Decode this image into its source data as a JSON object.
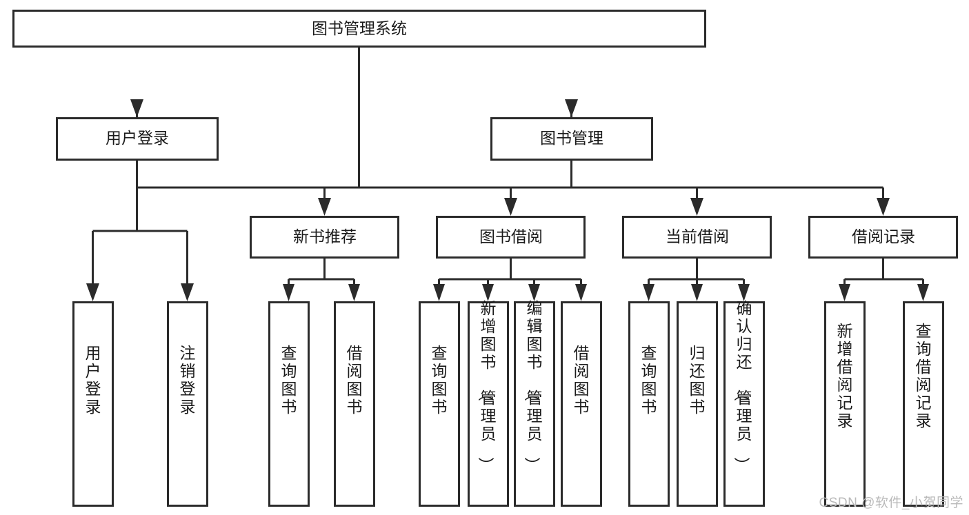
{
  "diagram": {
    "title": "图书管理系统",
    "type": "hierarchy-tree",
    "watermark": "CSDN @软件_小贺同学",
    "colors": {
      "stroke": "#2b2b2b",
      "fill": "#ffffff",
      "text": "#1b1b1b",
      "watermark": "#b9b9b9",
      "background": "#ffffff"
    },
    "levels": {
      "root": {
        "label": "图书管理系统"
      },
      "level2": [
        {
          "id": "user-login",
          "label": "用户登录"
        },
        {
          "id": "book-manage",
          "label": "图书管理"
        }
      ],
      "level3": [
        {
          "id": "new-book-recommend",
          "label": "新书推荐",
          "parent": "book-manage"
        },
        {
          "id": "book-borrow",
          "label": "图书借阅",
          "parent": "book-manage"
        },
        {
          "id": "current-borrow",
          "label": "当前借阅",
          "parent": "book-manage"
        },
        {
          "id": "borrow-record",
          "label": "借阅记录",
          "parent": "book-manage"
        }
      ],
      "leaves": [
        {
          "id": "leaf-user-login",
          "label": "用户登录",
          "parent": "user-login"
        },
        {
          "id": "leaf-logout-login",
          "label": "注销登录",
          "parent": "user-login"
        },
        {
          "id": "leaf-query-book-1",
          "label": "查询图书",
          "parent": "new-book-recommend"
        },
        {
          "id": "leaf-borrow-book-1",
          "label": "借阅图书",
          "parent": "new-book-recommend"
        },
        {
          "id": "leaf-query-book-2",
          "label": "查询图书",
          "parent": "book-borrow"
        },
        {
          "id": "leaf-add-book",
          "label": "新增图书（管理员）",
          "parent": "book-borrow"
        },
        {
          "id": "leaf-edit-book",
          "label": "编辑图书（管理员）",
          "parent": "book-borrow"
        },
        {
          "id": "leaf-borrow-book-2",
          "label": "借阅图书",
          "parent": "book-borrow"
        },
        {
          "id": "leaf-query-book-3",
          "label": "查询图书",
          "parent": "current-borrow"
        },
        {
          "id": "leaf-return-book",
          "label": "归还图书",
          "parent": "current-borrow"
        },
        {
          "id": "leaf-confirm-return",
          "label": "确认归还（管理员）",
          "parent": "current-borrow"
        },
        {
          "id": "leaf-add-record",
          "label": "新增借阅记录",
          "parent": "borrow-record"
        },
        {
          "id": "leaf-query-record",
          "label": "查询借阅记录",
          "parent": "borrow-record"
        }
      ]
    }
  }
}
